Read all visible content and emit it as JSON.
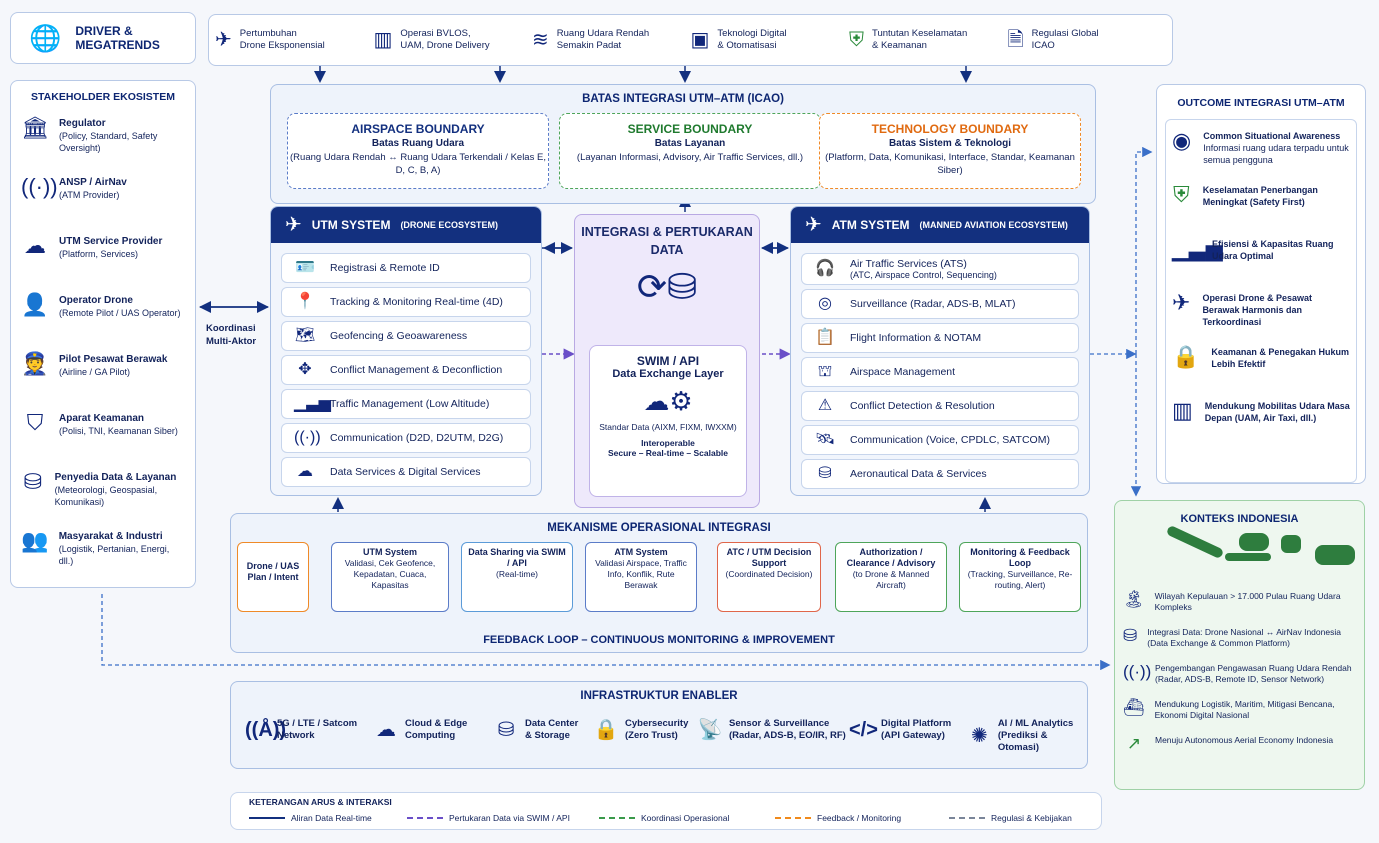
{
  "drivers_title": "DRIVER & MEGATRENDS",
  "drivers": [
    {
      "icon": "drone-icon",
      "l1": "Pertumbuhan",
      "l2": "Drone Eksponensial"
    },
    {
      "icon": "city-icon",
      "l1": "Operasi BVLOS,",
      "l2": "UAM, Drone Delivery"
    },
    {
      "icon": "layers-icon",
      "l1": "Ruang Udara Rendah",
      "l2": "Semakin Padat"
    },
    {
      "icon": "chip-icon",
      "l1": "Teknologi Digital",
      "l2": "& Otomatisasi"
    },
    {
      "icon": "shield-icon",
      "l1": "Tuntutan Keselamatan",
      "l2": "& Keamanan"
    },
    {
      "icon": "document-globe-icon",
      "l1": "Regulasi Global",
      "l2": "ICAO"
    }
  ],
  "stakeholders_title": "STAKEHOLDER EKOSISTEM",
  "stakeholders": [
    {
      "icon": "building-icon",
      "name": "Regulator",
      "desc": "(Policy, Standard, Safety Oversight)"
    },
    {
      "icon": "antenna-icon",
      "name": "ANSP / AirNav",
      "desc": "(ATM Provider)"
    },
    {
      "icon": "cloud-server-icon",
      "name": "UTM Service Provider",
      "desc": "(Platform, Services)"
    },
    {
      "icon": "operator-icon",
      "name": "Operator Drone",
      "desc": "(Remote Pilot / UAS Operator)"
    },
    {
      "icon": "pilot-icon",
      "name": "Pilot Pesawat Berawak",
      "desc": "(Airline / GA Pilot)"
    },
    {
      "icon": "badge-icon",
      "name": "Aparat Keamanan",
      "desc": "(Polisi, TNI, Keamanan Siber)"
    },
    {
      "icon": "database-icon",
      "name": "Penyedia Data & Layanan",
      "desc": "(Meteorologi, Geospasial, Komunikasi)"
    },
    {
      "icon": "people-icon",
      "name": "Masyarakat & Industri",
      "desc": "(Logistik, Pertanian, Energi, dll.)"
    }
  ],
  "coord_label": "Koordinasi Multi-Aktor",
  "boundary": {
    "title": "BATAS INTEGRASI UTM–ATM (ICAO)",
    "airspace": {
      "t1": "AIRSPACE BOUNDARY",
      "t2": "Batas Ruang Udara",
      "t3": "(Ruang Udara Rendah ↔ Ruang Udara Terkendali / Kelas E, D, C, B, A)"
    },
    "service": {
      "t1": "SERVICE BOUNDARY",
      "t2": "Batas Layanan",
      "t3": "(Layanan Informasi, Advisory, Air Traffic Services, dll.)"
    },
    "technology": {
      "t1": "TECHNOLOGY BOUNDARY",
      "t2": "Batas Sistem & Teknologi",
      "t3": "(Platform, Data, Komunikasi, Interface, Standar, Keamanan Siber)"
    }
  },
  "utm": {
    "title": "UTM SYSTEM",
    "sub": "(DRONE ECOSYSTEM)",
    "rows": [
      {
        "icon": "id-card-icon",
        "label": "Registrasi & Remote ID"
      },
      {
        "icon": "location-pin-icon",
        "label": "Tracking & Monitoring Real-time (4D)"
      },
      {
        "icon": "map-icon",
        "label": "Geofencing & Geoawareness"
      },
      {
        "icon": "arrows-icon",
        "label": "Conflict Management & Deconfliction"
      },
      {
        "icon": "bar-chart-icon",
        "label": "Traffic Management (Low Altitude)"
      },
      {
        "icon": "signal-icon",
        "label": "Communication (D2D, D2UTM, D2G)"
      },
      {
        "icon": "cloud-icon",
        "label": "Data Services & Digital Services"
      }
    ]
  },
  "atm": {
    "title": "ATM SYSTEM",
    "sub": "(MANNED AVIATION ECOSYSTEM)",
    "rows": [
      {
        "icon": "headset-icon",
        "label": "Air Traffic Services (ATS)",
        "label2": "(ATC, Airspace Control, Sequencing)"
      },
      {
        "icon": "radar-icon",
        "label": "Surveillance (Radar, ADS-B, MLAT)",
        "label2": ""
      },
      {
        "icon": "clipboard-icon",
        "label": "Flight Information & NOTAM",
        "label2": ""
      },
      {
        "icon": "tower-icon",
        "label": "Airspace Management",
        "label2": ""
      },
      {
        "icon": "warning-icon",
        "label": "Conflict Detection & Resolution",
        "label2": ""
      },
      {
        "icon": "satellite-icon",
        "label": "Communication (Voice, CPDLC, SATCOM)",
        "label2": ""
      },
      {
        "icon": "database-icon",
        "label": "Aeronautical Data & Services",
        "label2": ""
      }
    ]
  },
  "center": {
    "title": "INTEGRASI & PERTUKARAN DATA",
    "swim_t1": "SWIM / API",
    "swim_t2": "Data Exchange Layer",
    "std": "Standar Data (AIXM, FIXM, IWXXM)",
    "io": "Interoperable",
    "sec": "Secure – Real-time – Scalable"
  },
  "mech": {
    "title": "MEKANISME OPERASIONAL INTEGRASI",
    "feedback": "FEEDBACK LOOP – CONTINUOUS MONITORING & IMPROVEMENT",
    "steps": [
      {
        "t": "Drone / UAS Plan / Intent",
        "d": ""
      },
      {
        "t": "UTM System",
        "d": "Validasi, Cek Geofence, Kepadatan, Cuaca, Kapasitas"
      },
      {
        "t": "Data Sharing via SWIM / API",
        "d": "(Real-time)"
      },
      {
        "t": "ATM System",
        "d": "Validasi Airspace, Traffic Info, Konflik, Rute Berawak"
      },
      {
        "t": "ATC / UTM Decision Support",
        "d": "(Coordinated Decision)"
      },
      {
        "t": "Authorization / Clearance / Advisory",
        "d": "(to Drone & Manned Aircraft)"
      },
      {
        "t": "Monitoring & Feedback Loop",
        "d": "(Tracking, Surveillance, Re-routing, Alert)"
      }
    ]
  },
  "infra": {
    "title": "INFRASTRUKTUR ENABLER",
    "items": [
      {
        "icon": "tower-signal-icon",
        "l1": "5G / LTE / Satcom",
        "l2": "Network"
      },
      {
        "icon": "cloud-icon",
        "l1": "Cloud & Edge",
        "l2": "Computing"
      },
      {
        "icon": "database-icon",
        "l1": "Data Center",
        "l2": "& Storage"
      },
      {
        "icon": "lock-shield-icon",
        "l1": "Cybersecurity",
        "l2": "(Zero Trust)"
      },
      {
        "icon": "sensor-icon",
        "l1": "Sensor & Surveillance",
        "l2": "(Radar, ADS-B, EO/IR, RF)"
      },
      {
        "icon": "code-icon",
        "l1": "Digital Platform",
        "l2": "(API Gateway)"
      },
      {
        "icon": "brain-icon",
        "l1": "AI / ML Analytics",
        "l2": "(Prediksi & Otomasi)"
      }
    ]
  },
  "legend": {
    "title": "KETERANGAN ARUS & INTERAKSI",
    "items": [
      {
        "label": "Aliran Data Real-time",
        "color": "#13307f",
        "dash": "solid"
      },
      {
        "label": "Pertukaran Data via SWIM / API",
        "color": "#6a4fc8",
        "dash": "dashed"
      },
      {
        "label": "Koordinasi Operasional",
        "color": "#3a9a4a",
        "dash": "dashed"
      },
      {
        "label": "Feedback / Monitoring",
        "color": "#f08a1c",
        "dash": "dashed"
      },
      {
        "label": "Regulasi & Kebijakan",
        "color": "#7a8599",
        "dash": "dashed"
      }
    ]
  },
  "outcome": {
    "title": "OUTCOME INTEGRASI UTM–ATM",
    "items": [
      {
        "icon": "eye-icon",
        "b": "Common Situational Awareness",
        "d": "Informasi ruang udara terpadu untuk semua pengguna"
      },
      {
        "icon": "shield-check-icon",
        "b": "Keselamatan Penerbangan Meningkat (Safety First)",
        "d": ""
      },
      {
        "icon": "growth-chart-icon",
        "b": "Efisiensi & Kapasitas Ruang Udara Optimal",
        "d": ""
      },
      {
        "icon": "drone-plane-icon",
        "b": "Operasi Drone & Pesawat Berawak Harmonis dan Terkoordinasi",
        "d": ""
      },
      {
        "icon": "lock-icon",
        "b": "Keamanan & Penegakan Hukum Lebih Efektif",
        "d": ""
      },
      {
        "icon": "city-icon",
        "b": "Mendukung Mobilitas Udara Masa Depan (UAM, Air Taxi, dll.)",
        "d": ""
      }
    ]
  },
  "indonesia": {
    "title": "KONTEKS INDONESIA",
    "items": [
      {
        "icon": "island-icon",
        "t": "Wilayah Kepulauan > 17.000 Pulau Ruang Udara Kompleks"
      },
      {
        "icon": "database-icon",
        "t": "Integrasi Data: Drone Nasional ↔ AirNav Indonesia (Data Exchange & Common Platform)"
      },
      {
        "icon": "signal-icon",
        "t": "Pengembangan Pengawasan Ruang Udara Rendah (Radar, ADS-B, Remote ID, Sensor Network)"
      },
      {
        "icon": "ship-icon",
        "t": "Mendukung Logistik, Maritim, Mitigasi Bencana, Ekonomi Digital Nasional"
      },
      {
        "icon": "trend-icon",
        "t": "Menuju Autonomous Aerial Economy Indonesia"
      }
    ]
  }
}
